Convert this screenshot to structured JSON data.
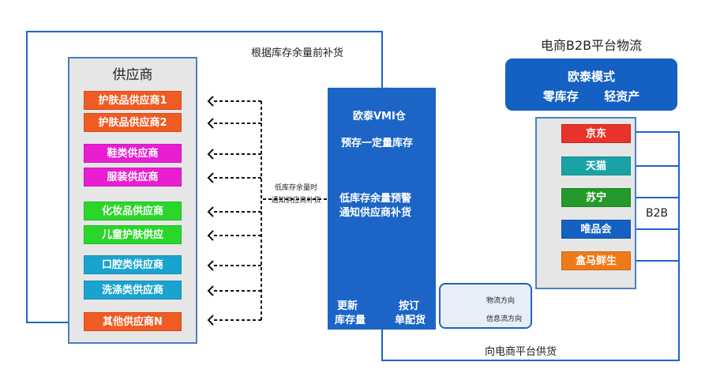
{
  "supplier_panel": {
    "title": "供应商",
    "suppliers": [
      {
        "label": "护肤品供应商1",
        "color": "#f05a23"
      },
      {
        "label": "护肤品供应商2",
        "color": "#f05a23"
      },
      {
        "label": "鞋类供应商",
        "color": "#e91ed1"
      },
      {
        "label": "服装供应商",
        "color": "#e91ed1"
      },
      {
        "label": "化妆品供应商",
        "color": "#2bd62b"
      },
      {
        "label": "儿童护肤供应",
        "color": "#2bd62b"
      },
      {
        "label": "口腔类供应商",
        "color": "#1ba3cf"
      },
      {
        "label": "洗涤类供应商",
        "color": "#1ba3cf"
      },
      {
        "label": "其他供应商N",
        "color": "#f05a23"
      }
    ]
  },
  "top_note": "根据库存余量前补货",
  "mid_note": {
    "line1": "低库存余量时",
    "line2": "通知供应商补货"
  },
  "vmi": {
    "title": "欧泰VMI仓",
    "subtitle": "预存一定量库存",
    "alert_line1": "低库存余量预警",
    "alert_line2": "通知供应商补货",
    "update_line1": "更新",
    "update_line2": "库存量",
    "order_line1": "按订",
    "order_line2": "单配货"
  },
  "platform": {
    "title": "电商B2B平台物流",
    "model_line1": "欧泰模式",
    "model_line2a": "零库存",
    "model_line2b": "轻资产",
    "b2b_label": "B2B",
    "platforms": [
      {
        "label": "京东",
        "color": "#e8322a"
      },
      {
        "label": "天猫",
        "color": "#1aa3a6"
      },
      {
        "label": "苏宁",
        "color": "#239a2b"
      },
      {
        "label": "唯品会",
        "color": "#1460c3"
      },
      {
        "label": "盒马鲜生",
        "color": "#f07a18"
      }
    ]
  },
  "bottom_note": "向电商平台供货",
  "legend": {
    "logistics": "物流方向",
    "info": "信息流方向"
  },
  "colors": {
    "line_blue": "#1c65c7",
    "panel_border": "#4a7fc1",
    "dash": "#111111"
  }
}
